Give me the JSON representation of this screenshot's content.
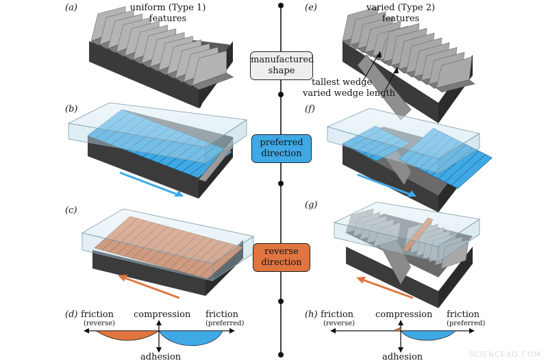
{
  "panels": {
    "a": "(a)",
    "b": "(b)",
    "c": "(c)",
    "d": "(d)",
    "e": "(e)",
    "f": "(f)",
    "g": "(g)",
    "h": "(h)"
  },
  "titles": {
    "left": {
      "line1": "uniform (Type 1)",
      "line2": "features"
    },
    "right": {
      "line1": "varied (Type 2)",
      "line2": "features"
    }
  },
  "annotations": {
    "tallest_wedge": "tallest wedge",
    "varied_length": "varied wedge length"
  },
  "center_labels": {
    "manufactured": {
      "line1": "manufactured",
      "line2": "shape",
      "color": "#eeeeee"
    },
    "preferred": {
      "line1": "preferred",
      "line2": "direction",
      "color": "#3fa9e6"
    },
    "reverse": {
      "line1": "reverse",
      "line2": "direction",
      "color": "#e0753f"
    }
  },
  "axis_labels": {
    "friction": "friction",
    "reverse": "(reverse)",
    "preferred": "(preferred)",
    "compression": "compression",
    "adhesion": "adhesion"
  },
  "colors": {
    "block_dark": "#3b3b3b",
    "wedge_gray": "#9a9a9a",
    "glass": "#cfe6f0",
    "preferred_blue": "#3fa9e6",
    "reverse_orange": "#e0753f"
  },
  "watermark": "SCIENCEAQ.COM"
}
